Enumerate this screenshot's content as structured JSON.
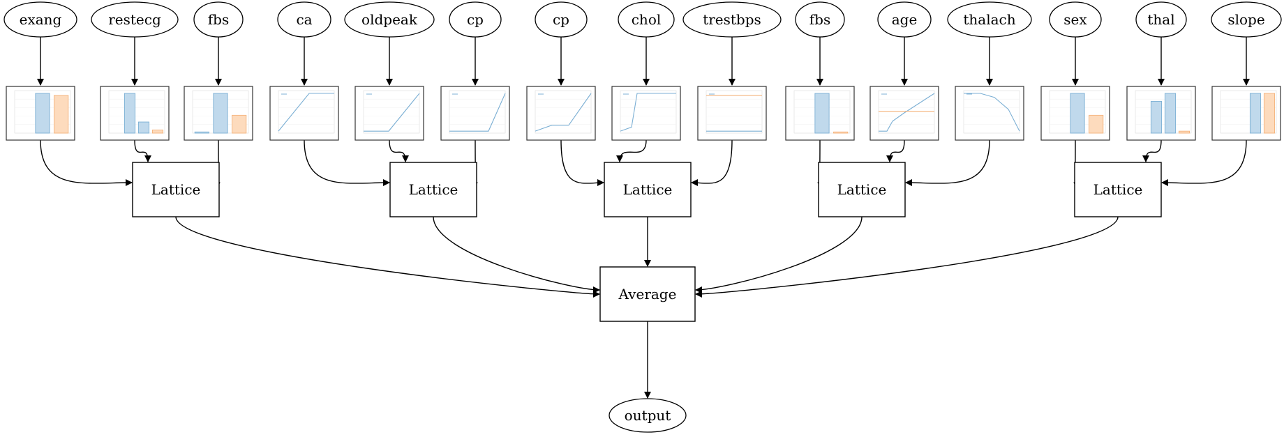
{
  "inputs": [
    {
      "label": "exang",
      "calib": "bar",
      "bars": [
        0,
        1.0,
        0.95
      ],
      "tail": true
    },
    {
      "label": "restecg",
      "calib": "bar",
      "bars": [
        0,
        1.0,
        0.28,
        0.08
      ],
      "tail": true
    },
    {
      "label": "fbs",
      "calib": "bar",
      "bars": [
        0.03,
        1.0,
        0.45
      ],
      "tail": true
    },
    {
      "label": "ca",
      "calib": "line",
      "points": [
        [
          0,
          0.05
        ],
        [
          0.55,
          1
        ],
        [
          1,
          1
        ]
      ]
    },
    {
      "label": "oldpeak",
      "calib": "line",
      "points": [
        [
          0,
          0.05
        ],
        [
          0.45,
          0.05
        ],
        [
          1,
          1
        ]
      ]
    },
    {
      "label": "cp",
      "calib": "line",
      "points": [
        [
          0,
          0.05
        ],
        [
          0.7,
          0.05
        ],
        [
          1,
          1
        ]
      ]
    },
    {
      "label": "cp",
      "calib": "line",
      "points": [
        [
          0,
          0.05
        ],
        [
          0.3,
          0.2
        ],
        [
          0.6,
          0.2
        ],
        [
          1,
          1
        ]
      ]
    },
    {
      "label": "chol",
      "calib": "line",
      "points": [
        [
          0,
          0.05
        ],
        [
          0.2,
          0.15
        ],
        [
          0.3,
          1
        ],
        [
          1,
          1
        ]
      ]
    },
    {
      "label": "trestbps",
      "calib": "flat",
      "points": [
        [
          0,
          0.05
        ],
        [
          1,
          0.05
        ]
      ],
      "tailLine": 0.95
    },
    {
      "label": "fbs",
      "calib": "bar",
      "bars": [
        0,
        1.0,
        0.03
      ],
      "tail": true
    },
    {
      "label": "age",
      "calib": "line",
      "points": [
        [
          0,
          0.05
        ],
        [
          0.15,
          0.05
        ],
        [
          0.25,
          0.3
        ],
        [
          0.45,
          0.5
        ],
        [
          1,
          1
        ]
      ],
      "tailLine": 0.55
    },
    {
      "label": "thalach",
      "calib": "line",
      "points": [
        [
          0,
          1
        ],
        [
          0.3,
          1
        ],
        [
          0.55,
          0.9
        ],
        [
          0.8,
          0.6
        ],
        [
          1,
          0.05
        ]
      ]
    },
    {
      "label": "sex",
      "calib": "bar",
      "bars": [
        0,
        1.0,
        0.45
      ],
      "tail": true
    },
    {
      "label": "thal",
      "calib": "bar",
      "bars": [
        0,
        0.8,
        1.0,
        0.05
      ],
      "tail": true
    },
    {
      "label": "slope",
      "calib": "bar",
      "bars": [
        0,
        0,
        1.0,
        1.0
      ],
      "tail": true
    }
  ],
  "lattices": [
    {
      "label": "Lattice",
      "inputs": [
        0,
        1,
        2
      ]
    },
    {
      "label": "Lattice",
      "inputs": [
        3,
        4,
        5
      ]
    },
    {
      "label": "Lattice",
      "inputs": [
        6,
        7,
        8
      ]
    },
    {
      "label": "Lattice",
      "inputs": [
        9,
        10,
        11
      ]
    },
    {
      "label": "Lattice",
      "inputs": [
        12,
        13,
        14
      ]
    }
  ],
  "average": {
    "label": "Average"
  },
  "output": {
    "label": "output"
  },
  "colors": {
    "calib_blue": "#7bafd4",
    "calib_blue_fill": "#c0d9ec",
    "calib_orange": "#f4b27a",
    "calib_orange_fill": "#fddbbd"
  }
}
